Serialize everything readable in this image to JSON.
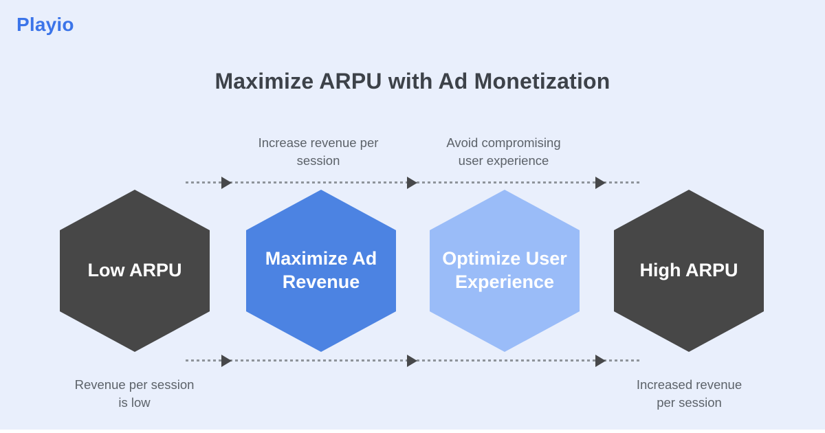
{
  "brand": {
    "name": "Playio",
    "color": "#3b74e9"
  },
  "title": "Maximize ARPU with Ad Monetization",
  "top_annotations": [
    "Increase revenue per session",
    "Avoid compromising user experience"
  ],
  "bottom_annotations": [
    "Revenue per session is low",
    "Increased revenue per session"
  ],
  "steps": [
    {
      "label": "Low ARPU",
      "color": "#474747",
      "text_color": "#ffffff"
    },
    {
      "label": "Maximize Ad Revenue",
      "color": "#4c83e2",
      "text_color": "#ffffff"
    },
    {
      "label": "Optimize User Experience",
      "color": "#9abcf8",
      "text_color": "#ffffff"
    },
    {
      "label": "High ARPU",
      "color": "#474747",
      "text_color": "#ffffff"
    }
  ],
  "flow": {
    "direction": "left-to-right",
    "line_style": "dotted",
    "line_color": "#8f949b",
    "arrowhead_color": "#47484a"
  },
  "colors": {
    "background": "#e9effc",
    "title_text": "#3d4249",
    "annotation_text": "#5c6269"
  }
}
